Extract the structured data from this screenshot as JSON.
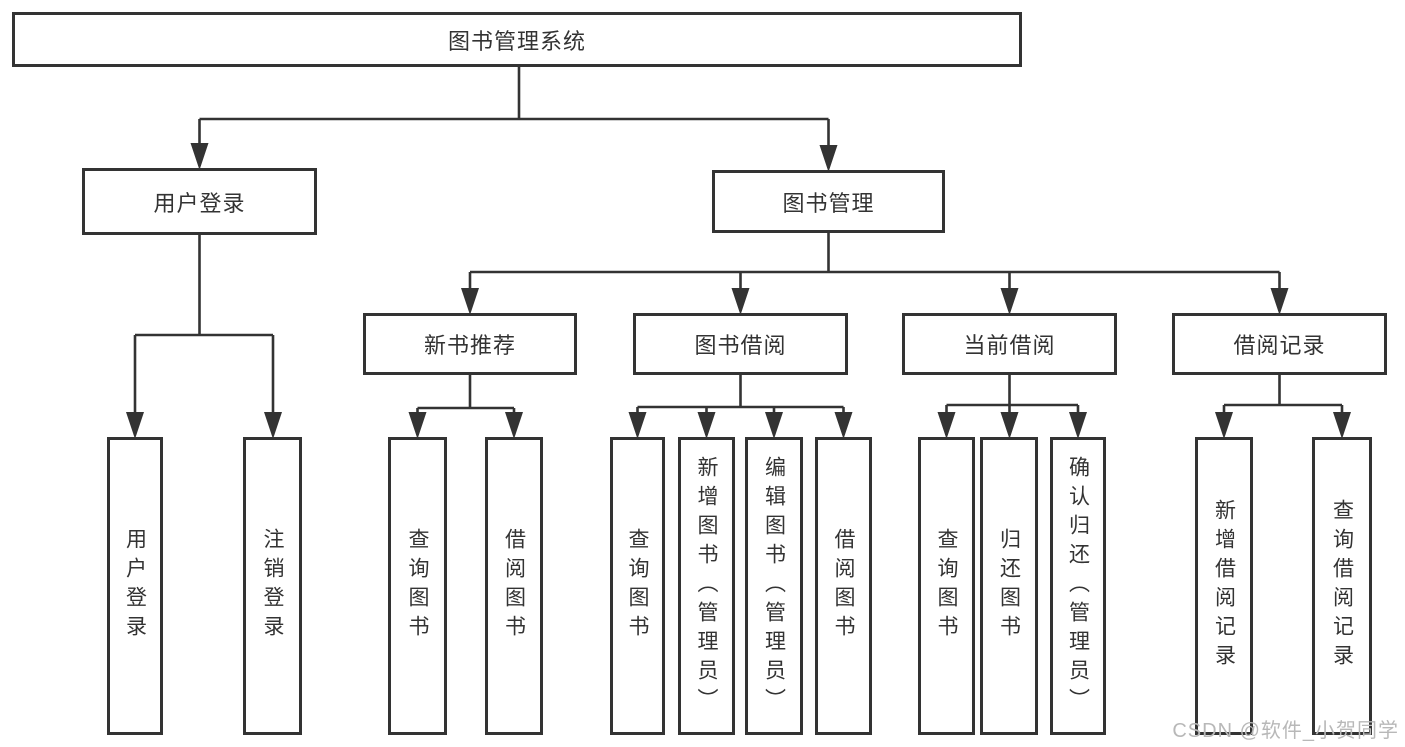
{
  "diagram": {
    "title": "图书管理系统",
    "level2": [
      {
        "label": "用户登录"
      },
      {
        "label": "图书管理"
      }
    ],
    "level3": [
      {
        "label": "新书推荐"
      },
      {
        "label": "图书借阅"
      },
      {
        "label": "当前借阅"
      },
      {
        "label": "借阅记录"
      }
    ],
    "leaves": [
      {
        "label": "用户登录"
      },
      {
        "label": "注销登录"
      },
      {
        "label": "查询图书"
      },
      {
        "label": "借阅图书"
      },
      {
        "label": "查询图书"
      },
      {
        "label": "新增图书（管理员）"
      },
      {
        "label": "编辑图书（管理员）"
      },
      {
        "label": "借阅图书"
      },
      {
        "label": "查询图书"
      },
      {
        "label": "归还图书"
      },
      {
        "label": "确认归还（管理员）"
      },
      {
        "label": "新增借阅记录"
      },
      {
        "label": "查询借阅记录"
      }
    ]
  },
  "watermark": {
    "text": "CSDN @软件_小贺同学"
  },
  "colors": {
    "line": "#333333",
    "box_border": "#333333",
    "box_fill": "#ffffff",
    "text": "#333333",
    "watermark": "#b8b8b8",
    "background": "#ffffff"
  }
}
